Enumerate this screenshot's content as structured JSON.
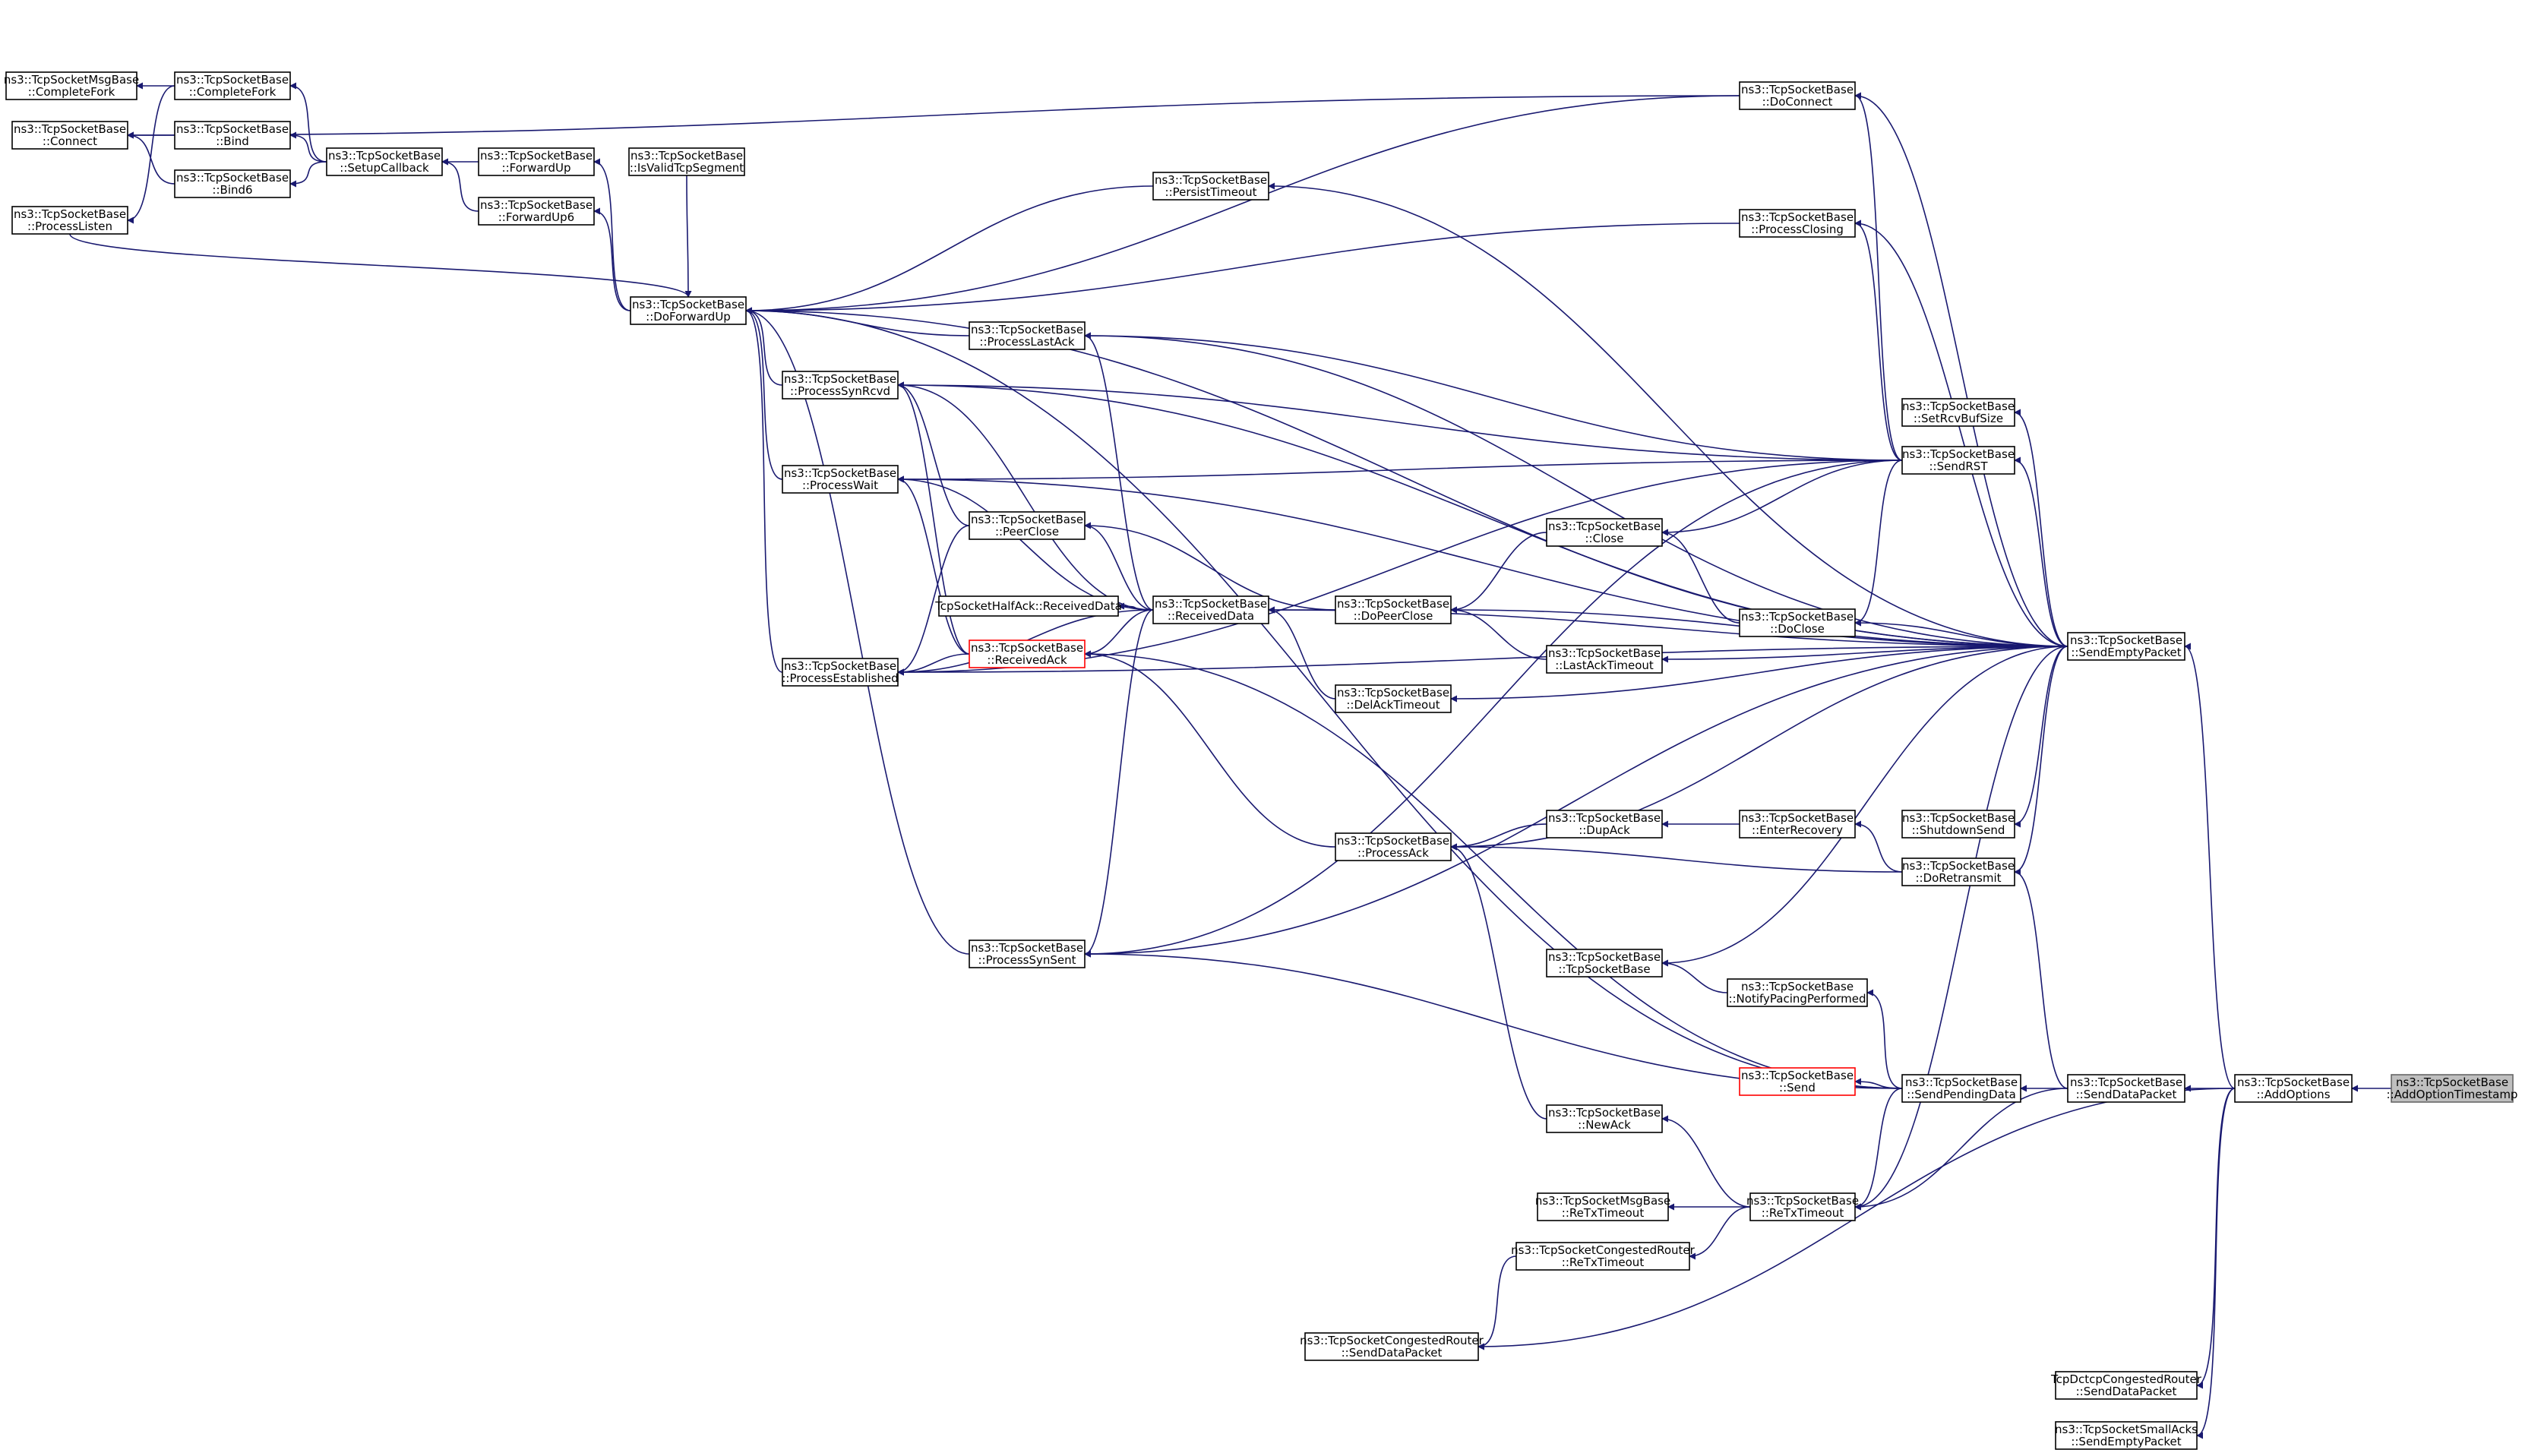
{
  "colors": {
    "edge": "#191970",
    "root_fill": "#bfbfbf",
    "truncated_border": "#ff0000",
    "node_border": "#000000"
  },
  "nodes": {
    "addoptiontimestamp": {
      "lines": [
        "ns3::TcpSocketBase",
        "::AddOptionTimestamp"
      ],
      "root": true
    },
    "addoptions": {
      "lines": [
        "ns3::TcpSocketBase",
        "::AddOptions"
      ]
    },
    "senddatapacket": {
      "lines": [
        "ns3::TcpSocketBase",
        "::SendDataPacket"
      ]
    },
    "sendemptypacket": {
      "lines": [
        "ns3::TcpSocketBase",
        "::SendEmptyPacket"
      ]
    },
    "dctcp_senddatapacket": {
      "lines": [
        "TcpDctcpCongestedRouter",
        "::SendDataPacket"
      ]
    },
    "smallacks_sendemptypacket": {
      "lines": [
        "ns3::TcpSocketSmallAcks",
        "::SendEmptyPacket"
      ]
    },
    "congested_senddatapacket": {
      "lines": [
        "ns3::TcpSocketCongestedRouter",
        "::SendDataPacket"
      ]
    },
    "sendpendingdata": {
      "lines": [
        "ns3::TcpSocketBase",
        "::SendPendingData"
      ]
    },
    "retxtimeout": {
      "lines": [
        "ns3::TcpSocketBase",
        "::ReTxTimeout"
      ]
    },
    "doretransmit": {
      "lines": [
        "ns3::TcpSocketBase",
        "::DoRetransmit"
      ]
    },
    "shutdownsend": {
      "lines": [
        "ns3::TcpSocketBase",
        "::ShutdownSend"
      ]
    },
    "sendrst": {
      "lines": [
        "ns3::TcpSocketBase",
        "::SendRST"
      ]
    },
    "setrcvbufsize": {
      "lines": [
        "ns3::TcpSocketBase",
        "::SetRcvBufSize"
      ]
    },
    "processclosing": {
      "lines": [
        "ns3::TcpSocketBase",
        "::ProcessClosing"
      ]
    },
    "doconnect": {
      "lines": [
        "ns3::TcpSocketBase",
        "::DoConnect"
      ]
    },
    "doclose": {
      "lines": [
        "ns3::TcpSocketBase",
        "::DoClose"
      ]
    },
    "enterrecovery": {
      "lines": [
        "ns3::TcpSocketBase",
        "::EnterRecovery"
      ]
    },
    "notifypacing": {
      "lines": [
        "ns3::TcpSocketBase",
        "::NotifyPacingPerformed"
      ]
    },
    "send": {
      "lines": [
        "ns3::TcpSocketBase",
        "::Send"
      ],
      "truncated": true
    },
    "msgbase_retxtimeout": {
      "lines": [
        "ns3::TcpSocketMsgBase",
        "::ReTxTimeout"
      ]
    },
    "congested_retxtimeout": {
      "lines": [
        "ns3::TcpSocketCongestedRouter",
        "::ReTxTimeout"
      ]
    },
    "newack": {
      "lines": [
        "ns3::TcpSocketBase",
        "::NewAck"
      ]
    },
    "close": {
      "lines": [
        "ns3::TcpSocketBase",
        "::Close"
      ]
    },
    "lastacktimeout": {
      "lines": [
        "ns3::TcpSocketBase",
        "::LastAckTimeout"
      ]
    },
    "dupack": {
      "lines": [
        "ns3::TcpSocketBase",
        "::DupAck"
      ]
    },
    "tcpsocketbase": {
      "lines": [
        "ns3::TcpSocketBase",
        "::TcpSocketBase"
      ]
    },
    "dopeerclose": {
      "lines": [
        "ns3::TcpSocketBase",
        "::DoPeerClose"
      ]
    },
    "delacktimeout": {
      "lines": [
        "ns3::TcpSocketBase",
        "::DelAckTimeout"
      ]
    },
    "processack": {
      "lines": [
        "ns3::TcpSocketBase",
        "::ProcessAck"
      ]
    },
    "persisttimeout": {
      "lines": [
        "ns3::TcpSocketBase",
        "::PersistTimeout"
      ]
    },
    "receiveddata": {
      "lines": [
        "ns3::TcpSocketBase",
        "::ReceivedData"
      ]
    },
    "halfack_receiveddata": {
      "lines": [
        "TcpSocketHalfAck::ReceivedData"
      ]
    },
    "processlastack": {
      "lines": [
        "ns3::TcpSocketBase",
        "::ProcessLastAck"
      ]
    },
    "peerclose": {
      "lines": [
        "ns3::TcpSocketBase",
        "::PeerClose"
      ]
    },
    "receivedack": {
      "lines": [
        "ns3::TcpSocketBase",
        "::ReceivedAck"
      ],
      "truncated": true
    },
    "processsynsent": {
      "lines": [
        "ns3::TcpSocketBase",
        "::ProcessSynSent"
      ]
    },
    "isvalidtcpsegment": {
      "lines": [
        "ns3::TcpSocketBase",
        "::IsValidTcpSegment"
      ]
    },
    "doforwardup": {
      "lines": [
        "ns3::TcpSocketBase",
        "::DoForwardUp"
      ]
    },
    "processsynrcvd": {
      "lines": [
        "ns3::TcpSocketBase",
        "::ProcessSynRcvd"
      ]
    },
    "processwait": {
      "lines": [
        "ns3::TcpSocketBase",
        "::ProcessWait"
      ]
    },
    "processestablished": {
      "lines": [
        "ns3::TcpSocketBase",
        "::ProcessEstablished"
      ]
    },
    "forwardup": {
      "lines": [
        "ns3::TcpSocketBase",
        "::ForwardUp"
      ]
    },
    "forwardup6": {
      "lines": [
        "ns3::TcpSocketBase",
        "::ForwardUp6"
      ]
    },
    "setupcallback": {
      "lines": [
        "ns3::TcpSocketBase",
        "::SetupCallback"
      ]
    },
    "completefork": {
      "lines": [
        "ns3::TcpSocketBase",
        "::CompleteFork"
      ]
    },
    "bind": {
      "lines": [
        "ns3::TcpSocketBase",
        "::Bind"
      ]
    },
    "bind6": {
      "lines": [
        "ns3::TcpSocketBase",
        "::Bind6"
      ]
    },
    "msgbase_completefork": {
      "lines": [
        "ns3::TcpSocketMsgBase",
        "::CompleteFork"
      ]
    },
    "connect": {
      "lines": [
        "ns3::TcpSocketBase",
        "::Connect"
      ]
    },
    "processlisten": {
      "lines": [
        "ns3::TcpSocketBase",
        "::ProcessListen"
      ]
    }
  },
  "edges": [
    [
      "addoptions",
      "addoptiontimestamp"
    ],
    [
      "senddatapacket",
      "addoptions"
    ],
    [
      "sendemptypacket",
      "addoptions"
    ],
    [
      "dctcp_senddatapacket",
      "addoptions"
    ],
    [
      "smallacks_sendemptypacket",
      "addoptions"
    ],
    [
      "congested_senddatapacket",
      "addoptions"
    ],
    [
      "sendpendingdata",
      "senddatapacket"
    ],
    [
      "retxtimeout",
      "senddatapacket"
    ],
    [
      "doretransmit",
      "senddatapacket"
    ],
    [
      "doforwardup",
      "sendemptypacket"
    ],
    [
      "processsynsent",
      "sendemptypacket"
    ],
    [
      "doconnect",
      "sendemptypacket"
    ],
    [
      "processclosing",
      "sendemptypacket"
    ],
    [
      "processlastack",
      "sendemptypacket"
    ],
    [
      "processsynrcvd",
      "sendemptypacket"
    ],
    [
      "setrcvbufsize",
      "sendemptypacket"
    ],
    [
      "sendrst",
      "sendemptypacket"
    ],
    [
      "processwait",
      "sendemptypacket"
    ],
    [
      "doclose",
      "sendemptypacket"
    ],
    [
      "dopeerclose",
      "sendemptypacket"
    ],
    [
      "lastacktimeout",
      "sendemptypacket"
    ],
    [
      "processestablished",
      "sendemptypacket"
    ],
    [
      "delacktimeout",
      "sendemptypacket"
    ],
    [
      "receiveddata",
      "sendemptypacket"
    ],
    [
      "shutdownsend",
      "sendemptypacket"
    ],
    [
      "processack",
      "sendemptypacket"
    ],
    [
      "doretransmit",
      "sendemptypacket"
    ],
    [
      "tcpsocketbase",
      "sendemptypacket"
    ],
    [
      "retxtimeout",
      "sendemptypacket"
    ],
    [
      "persisttimeout",
      "sendemptypacket"
    ],
    [
      "doconnect",
      "sendrst"
    ],
    [
      "processclosing",
      "sendrst"
    ],
    [
      "processlastack",
      "sendrst"
    ],
    [
      "processsynrcvd",
      "sendrst"
    ],
    [
      "processwait",
      "sendrst"
    ],
    [
      "close",
      "sendrst"
    ],
    [
      "doclose",
      "sendrst"
    ],
    [
      "processestablished",
      "sendrst"
    ],
    [
      "processsynsent",
      "sendrst"
    ],
    [
      "enterrecovery",
      "doretransmit"
    ],
    [
      "processack",
      "doretransmit"
    ],
    [
      "notifypacing",
      "sendpendingdata"
    ],
    [
      "send",
      "sendpendingdata"
    ],
    [
      "retxtimeout",
      "sendpendingdata"
    ],
    [
      "receivedack",
      "sendpendingdata"
    ],
    [
      "processsynsent",
      "sendpendingdata"
    ],
    [
      "doforwardup",
      "sendpendingdata"
    ],
    [
      "msgbase_retxtimeout",
      "retxtimeout"
    ],
    [
      "congested_retxtimeout",
      "retxtimeout"
    ],
    [
      "newack",
      "retxtimeout"
    ],
    [
      "congested_senddatapacket",
      "congested_retxtimeout"
    ],
    [
      "processack",
      "newack"
    ],
    [
      "dupack",
      "enterrecovery"
    ],
    [
      "processack",
      "dupack"
    ],
    [
      "receivedack",
      "processack"
    ],
    [
      "tcpsocketbase",
      "notifypacing"
    ],
    [
      "close",
      "doclose"
    ],
    [
      "dopeerclose",
      "close"
    ],
    [
      "dopeerclose",
      "lastacktimeout"
    ],
    [
      "receiveddata",
      "dopeerclose"
    ],
    [
      "peerclose",
      "dopeerclose"
    ],
    [
      "receiveddata",
      "delacktimeout"
    ],
    [
      "halfack_receiveddata",
      "receiveddata"
    ],
    [
      "receivedack",
      "receiveddata"
    ],
    [
      "processestablished",
      "receiveddata"
    ],
    [
      "processlastack",
      "receiveddata"
    ],
    [
      "processsynsent",
      "receiveddata"
    ],
    [
      "processwait",
      "receiveddata"
    ],
    [
      "peerclose",
      "receiveddata"
    ],
    [
      "processsynrcvd",
      "receiveddata"
    ],
    [
      "processestablished",
      "peerclose"
    ],
    [
      "processsynrcvd",
      "peerclose"
    ],
    [
      "processestablished",
      "receivedack"
    ],
    [
      "processsynrcvd",
      "receivedack"
    ],
    [
      "processwait",
      "receivedack"
    ],
    [
      "doforwardup",
      "processlastack"
    ],
    [
      "doforwardup",
      "processsynsent"
    ],
    [
      "doforwardup",
      "processsynrcvd"
    ],
    [
      "doforwardup",
      "processwait"
    ],
    [
      "doforwardup",
      "processestablished"
    ],
    [
      "doforwardup",
      "isvalidtcpsegment"
    ],
    [
      "doforwardup",
      "processclosing"
    ],
    [
      "doforwardup",
      "persisttimeout"
    ],
    [
      "doforwardup",
      "doconnect"
    ],
    [
      "doforwardup",
      "processlisten"
    ],
    [
      "forwardup",
      "doforwardup"
    ],
    [
      "forwardup6",
      "doforwardup"
    ],
    [
      "setupcallback",
      "forwardup"
    ],
    [
      "setupcallback",
      "forwardup6"
    ],
    [
      "completefork",
      "setupcallback"
    ],
    [
      "bind",
      "setupcallback"
    ],
    [
      "bind6",
      "setupcallback"
    ],
    [
      "msgbase_completefork",
      "completefork"
    ],
    [
      "connect",
      "bind"
    ],
    [
      "connect",
      "bind6"
    ],
    [
      "processlisten",
      "completefork"
    ],
    [
      "connect",
      "doconnect"
    ]
  ]
}
